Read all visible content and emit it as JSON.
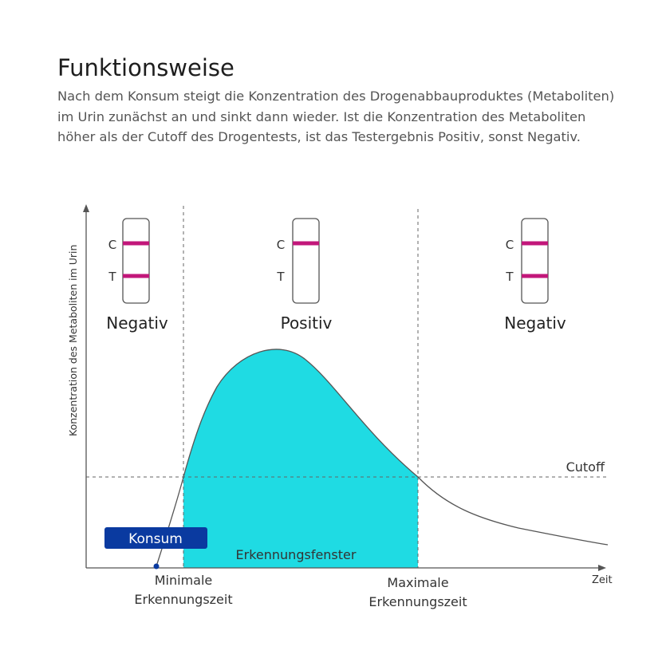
{
  "title": "Funktionsweise",
  "description": "Nach dem Konsum steigt die Konzentration des Drogenabbauproduktes (Metaboliten) im Urin zunächst an und sinkt dann wieder. Ist die Konzentration des Metaboliten höher als der Cutoff des Drogentests, ist das Testergebnis Positiv, sonst Negativ.",
  "diagram": {
    "y_axis_label": "Konzentration des Metaboliten im Urin",
    "x_axis_label": "Zeit",
    "cutoff_label": "Cutoff",
    "consumption_label": "Konsum",
    "window_label": "Erkennungsfenster",
    "min_time_label_1": "Minimale",
    "min_time_label_2": "Erkennungszeit",
    "max_time_label_1": "Maximale",
    "max_time_label_2": "Erkennungszeit",
    "zones": [
      {
        "result": "Negativ",
        "control_label": "C",
        "test_label": "T",
        "test_line_visible": true
      },
      {
        "result": "Positiv",
        "control_label": "C",
        "test_label": "T",
        "test_line_visible": false
      },
      {
        "result": "Negativ",
        "control_label": "C",
        "test_label": "T",
        "test_line_visible": true
      }
    ],
    "colors": {
      "window_fill": "#1fdbe3",
      "strip_line": "#c2177a",
      "consumption_box": "#0a3aa0",
      "curve": "#555555",
      "axis": "#555555"
    }
  }
}
